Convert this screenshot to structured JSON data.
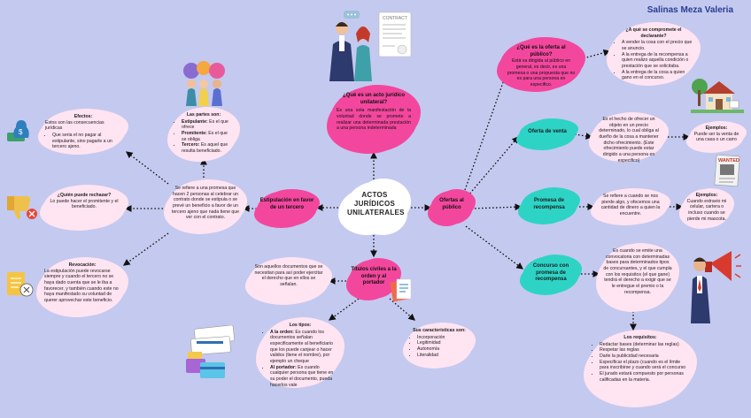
{
  "header": {
    "author": "Salinas Meza Valeria"
  },
  "center": {
    "label": "ACTOS JURÍDICOS UNILATERALES"
  },
  "branches": {
    "ofertas": {
      "label": "Ofertas al público"
    },
    "estipulacion": {
      "label": "Estipulación en favor de un tercero"
    },
    "titulos": {
      "label": "Títulos civiles a la orden y al portador"
    },
    "acto": {
      "title": "¿Qué es un acto jurídico unilateral?",
      "text": "Es una sola manifestación de la voluntad donde se promete a realizar una determinada prestación a una persona indeterminada"
    }
  },
  "ofertas_items": {
    "que_es": {
      "title": "¿Qué es la oferta al público?",
      "text": "Está va dirigida al público en general, es decir, es una promesa o una propuesta que no es para una persona en especifico."
    },
    "compromete": {
      "title": "¿A qué se compromete el declarante?",
      "items": [
        "A vender la cosa con el precio que se anuncio.",
        "A la entrega de la recompensa a quien realizo aquella condición o prestación que se solicitaba.",
        "A la entrega de la cosa a quien gano en el concurso."
      ]
    },
    "oferta_venta": {
      "label": "Oferta de venta",
      "text": "Es el hecho de ofrecer un objeto en un precio determinado, lo cual obliga al dueño de la cosa a mantener dicho ofrecimiento. (Este ofrecimiento puede estar dirigido a una persona en especifico)",
      "ex_title": "Ejemplos:",
      "ex_text": "Puede ser la venta de una casa o un carro"
    },
    "promesa": {
      "label": "Promesa de recompensa",
      "text": "Se refiere a cuando se nos pierde algo, y ofecemos una cantidad de dinero a quien la encuentre.",
      "ex_title": "Ejemplos:",
      "ex_text": "Cuando extravio mi celular, cartera o incluso cuando se pierde mi mascota."
    },
    "concurso": {
      "label": "Concurso con promesa de recompensa",
      "text": "Es cuando se emite una convocatoria con determinadas bases para determinados tipos de concursantes, y el que cumpla con los requisitos (el que gane) tendrá el derecho a exigir que se le entregue el premio o la recompensa.",
      "req_title": "Los requisitos:",
      "req_items": [
        "Redactar bases (determinar las reglas)",
        "Respetar las reglas",
        "Darle la publicidad necesaria",
        "Especificar el plazo (cuando es el límite para inscribirse y cuando será el concurso",
        "El jurado estará compuesto por personas calificadas en la materia."
      ]
    }
  },
  "estipulacion_items": {
    "def": {
      "text": "Se refiere a una promesa que hacen 2 personas al celebrar un contrato donde se estipula o se prevé un beneficio a favor de un tercero ajeno que nada tiene que ver con el contrato."
    },
    "partes": {
      "title": "Las partes son:",
      "items": [
        {
          "term": "Estipulante:",
          "desc": "Es el que ofrece"
        },
        {
          "term": "Promitente:",
          "desc": "Es el que se obliga"
        },
        {
          "term": "Tercero:",
          "desc": "Es aquel que resulta beneficiado."
        }
      ]
    },
    "efectos": {
      "title": "Efectos:",
      "text": "Estos son las consecuencias jurídicas",
      "items": [
        "Que seria el no pagar al estipulante, sino pagarle a un tercero ajeno."
      ]
    },
    "rechazar": {
      "title": "¿Quién puede rechazar?",
      "text": "Lo puede hacer el promitente y el beneficiado."
    },
    "revocacion": {
      "title": "Revocación:",
      "text": "La estipulación puede revocarse siempre y cuando el tercero no se haya dado cuenta que se le iba a favorecer, y también cuando este no haya manifestado su voluntad de querer aprovechar este beneficio."
    }
  },
  "titulos_items": {
    "def": {
      "text": "Son aquellos documentos que se necesitan para así poder ejercitar el derecho que en ellos se señalan."
    },
    "tipos": {
      "title": "Los tipos:",
      "items": [
        {
          "term": "A la orden:",
          "desc": "Es cuando los documentos señalan especificamente al beneficiario que los puede canjear o hacer validos (tiene el nombre), por ejemplo un cheque"
        },
        {
          "term": "Al portador:",
          "desc": "Es cuando cualquier persona que tiene en su poder el documento, pueda hacerlos vale"
        }
      ]
    },
    "caracteristicas": {
      "title": "Sus características son:",
      "items": [
        "Incorporación",
        "Legitimidad",
        "Autonomía",
        "Literalidad"
      ]
    }
  },
  "illustrations": {
    "contract_label": "CONTRACT",
    "wanted_label": "WANTED"
  },
  "colors": {
    "background": "#c4c9ef",
    "pink_dark": "#f3479e",
    "pink_light": "#ffe4f1",
    "teal": "#2dd4c6",
    "title": "#2a3d8f"
  }
}
